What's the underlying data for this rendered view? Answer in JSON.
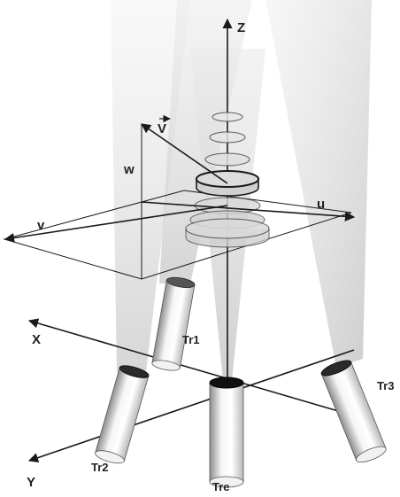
{
  "diagram": {
    "axis_labels": {
      "z": "Z",
      "x": "X",
      "y": "Y"
    },
    "velocity_labels": {
      "vector": "V",
      "u": "u",
      "v": "v",
      "w": "w"
    },
    "transducers": {
      "tr1": "Tr1",
      "tr2": "Tr2",
      "tr3": "Tr3",
      "tre": "Tre"
    },
    "colors": {
      "beam": "#d6d6d6",
      "cylinder_dark": "#9a9a9a",
      "cylinder_light": "#f4f4f4",
      "line": "#1a1a1a"
    }
  }
}
